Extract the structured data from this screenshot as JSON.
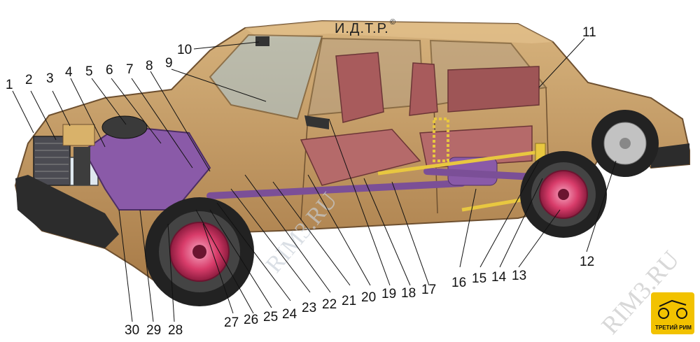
{
  "credit": "И.Д.Т.Р.",
  "credit_mark": "©",
  "watermark_center": "RIM3.RU",
  "watermark_corner": "RIM3.RU",
  "logo": {
    "text": "ТРЕТИЙ РИМ",
    "color": "#f2c200"
  },
  "callouts": {
    "c1": "1",
    "c2": "2",
    "c3": "3",
    "c4": "4",
    "c5": "5",
    "c6": "6",
    "c7": "7",
    "c8": "8",
    "c9": "9",
    "c10": "10",
    "c11": "11",
    "c12": "12",
    "c13": "13",
    "c14": "14",
    "c15": "15",
    "c16": "16",
    "c17": "17",
    "c18": "18",
    "c19": "19",
    "c20": "20",
    "c21": "21",
    "c22": "22",
    "c23": "23",
    "c24": "24",
    "c25": "25",
    "c26": "26",
    "c27": "27",
    "c28": "28",
    "c29": "29",
    "c30": "30"
  },
  "colors": {
    "body": "#c9a06a",
    "body_shadow": "#9c7646",
    "engine": "#8a5aa8",
    "seats": "#a85b5c",
    "brake_disc": "#d83c6a",
    "springs": "#e8c740",
    "tire": "#222222"
  }
}
